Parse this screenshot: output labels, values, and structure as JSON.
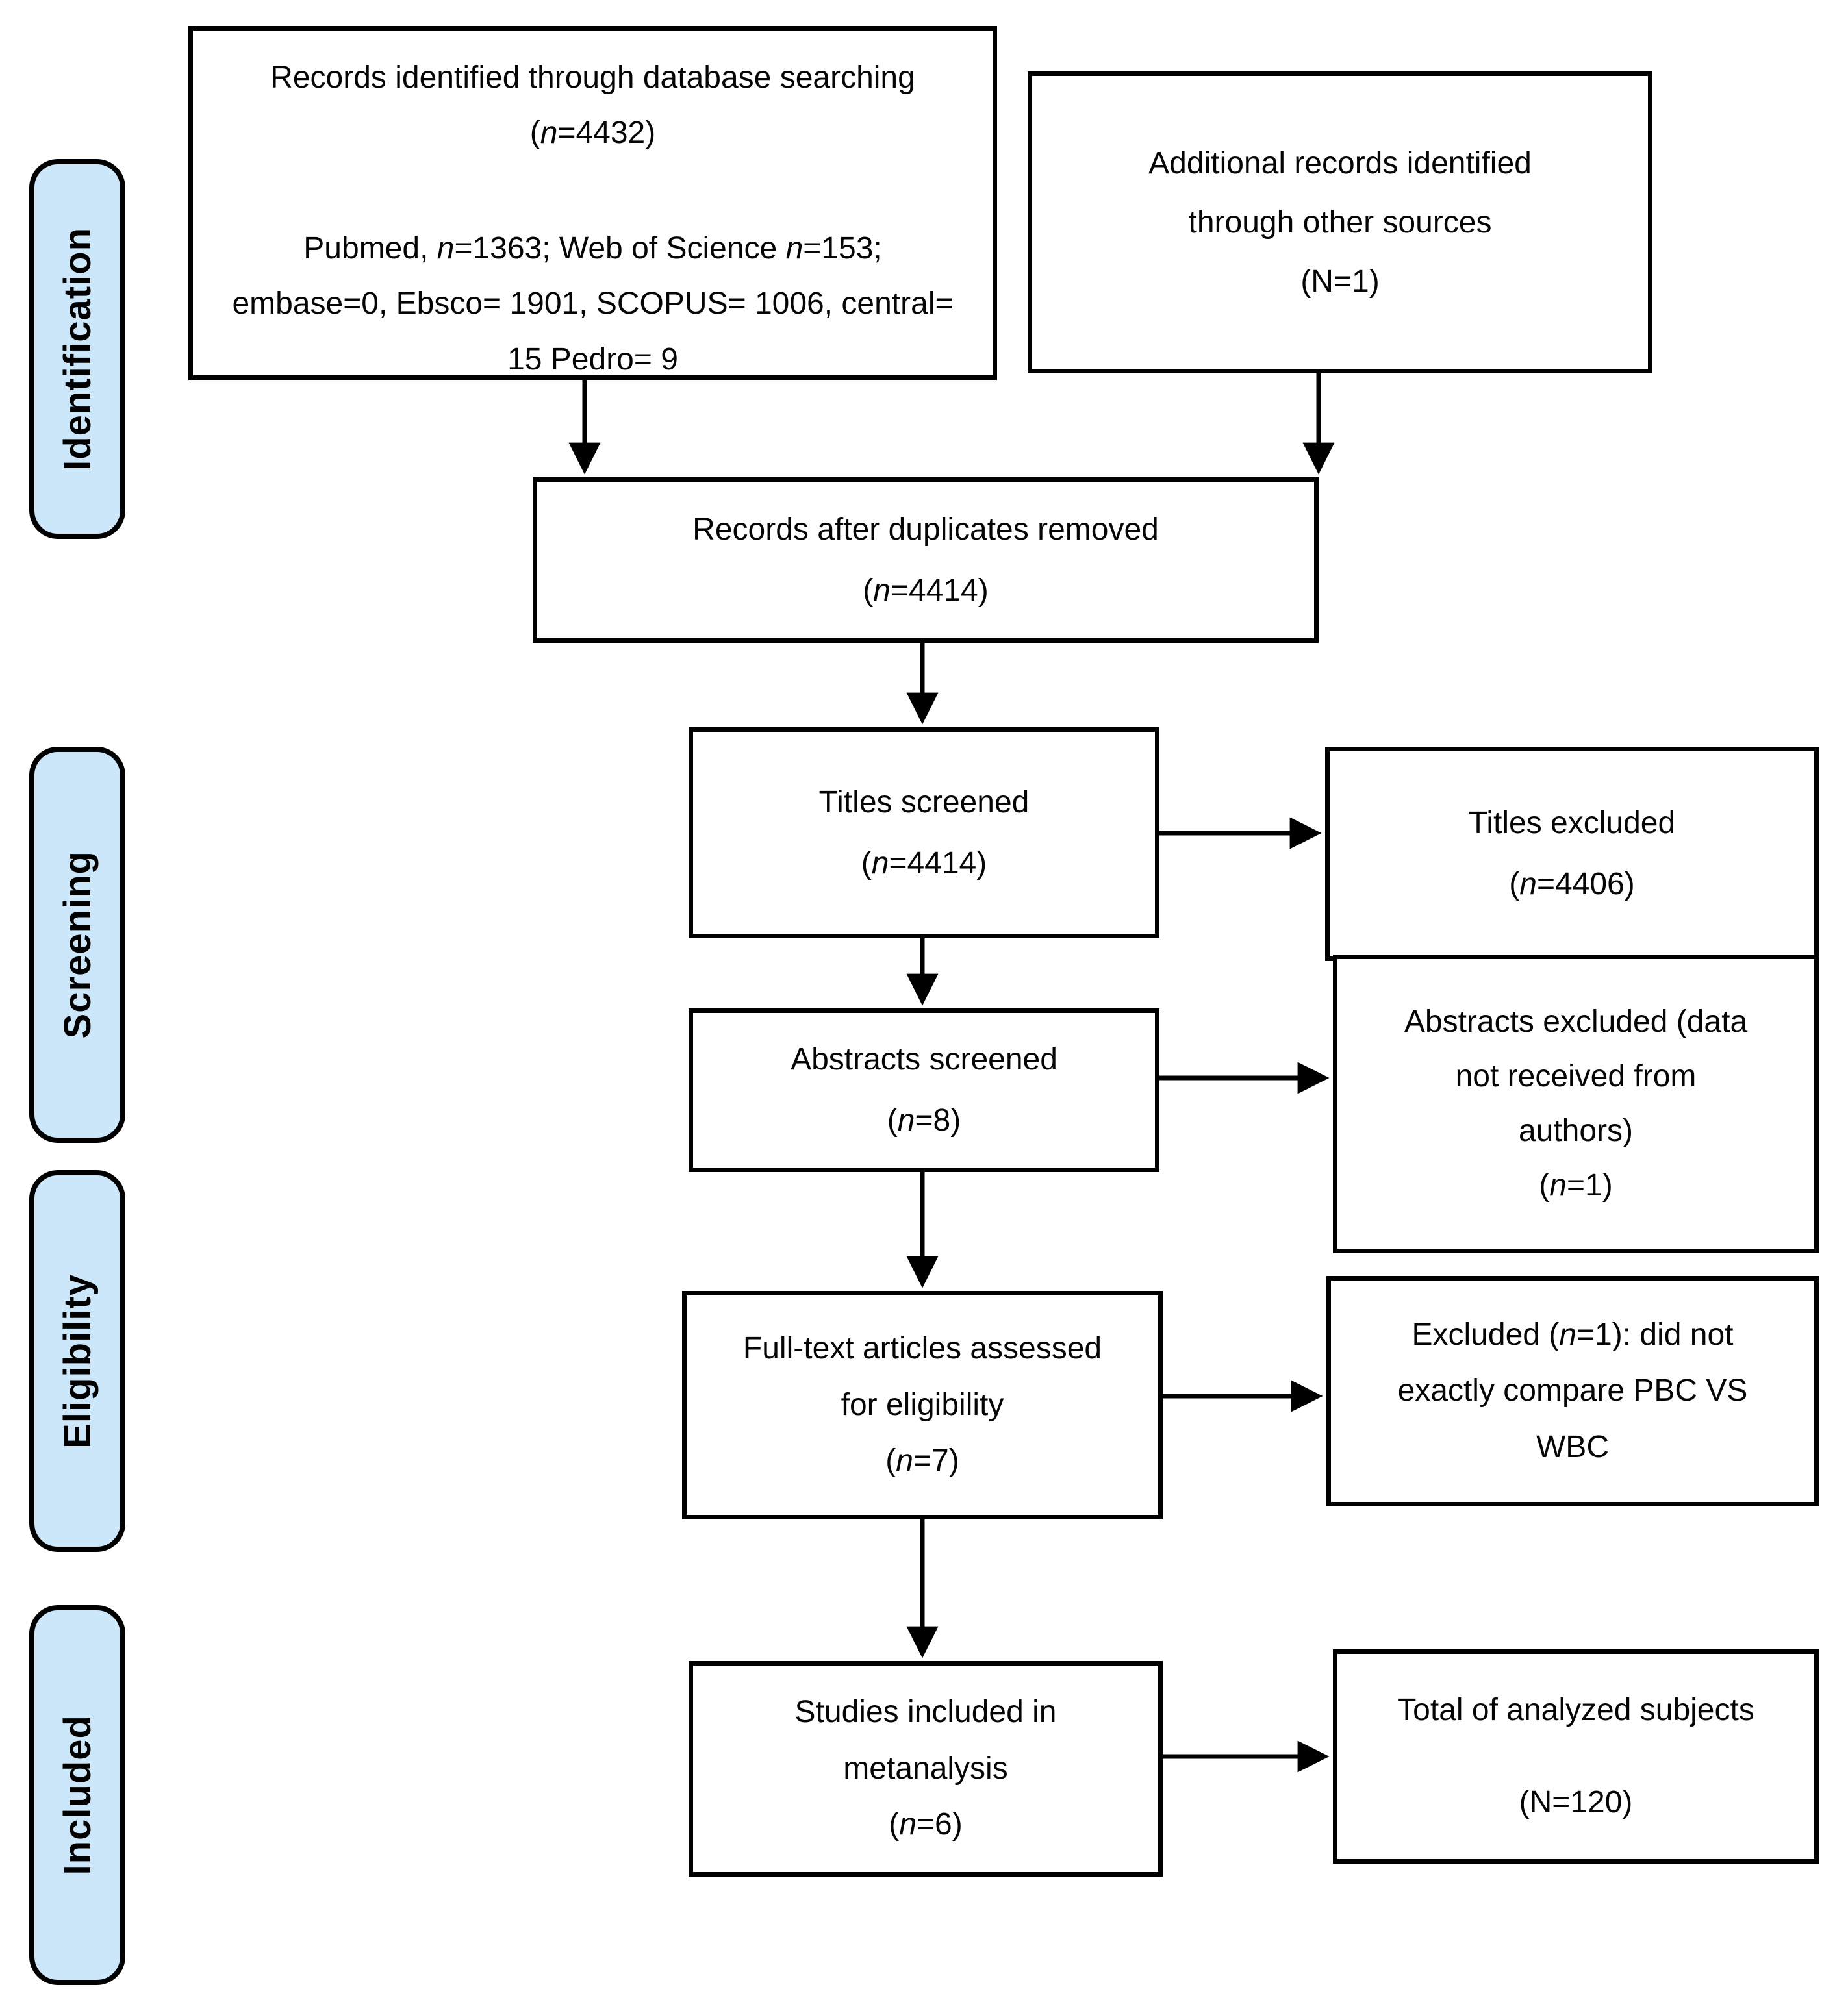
{
  "sidebar": {
    "stages": [
      {
        "label": "Identification"
      },
      {
        "label": "Screening"
      },
      {
        "label": "Eligibility"
      },
      {
        "label": "Included"
      }
    ]
  },
  "colors": {
    "stage_fill": "#cce7f9",
    "border": "#000000",
    "background": "#ffffff"
  },
  "boxes": {
    "records_identified": {
      "title": "Records identified through database searching",
      "count": "(n=4432)",
      "details": [
        "Pubmed, n=1363; Web of Science n=153;",
        "embase=0, Ebsco= 1901, SCOPUS= 1006, central=",
        "15 Pedro= 9"
      ]
    },
    "additional_records": {
      "lines": [
        "Additional records identified",
        "through other sources",
        "(N=1)"
      ]
    },
    "duplicates_removed": {
      "lines": [
        "Records after duplicates removed",
        "(n=4414)"
      ]
    },
    "titles_screened": {
      "lines": [
        "Titles screened",
        "(n=4414)"
      ]
    },
    "titles_excluded": {
      "lines": [
        "Titles excluded",
        "(n=4406)"
      ]
    },
    "abstracts_screened": {
      "lines": [
        "Abstracts screened",
        "(n=8)"
      ]
    },
    "abstracts_excluded": {
      "lines": [
        "Abstracts excluded (data",
        "not received from",
        "authors)",
        "(n=1)"
      ]
    },
    "fulltext_assessed": {
      "lines": [
        "Full-text articles assessed",
        "for eligibility",
        "(n=7)"
      ]
    },
    "fulltext_excluded": {
      "lines": [
        "Excluded (n=1): did not",
        "exactly compare PBC VS",
        "WBC"
      ]
    },
    "studies_included": {
      "lines": [
        "Studies included in",
        "metanalysis",
        "(n=6)"
      ]
    },
    "total_subjects": {
      "lines": [
        "Total of analyzed subjects",
        "(N=120)"
      ]
    }
  }
}
